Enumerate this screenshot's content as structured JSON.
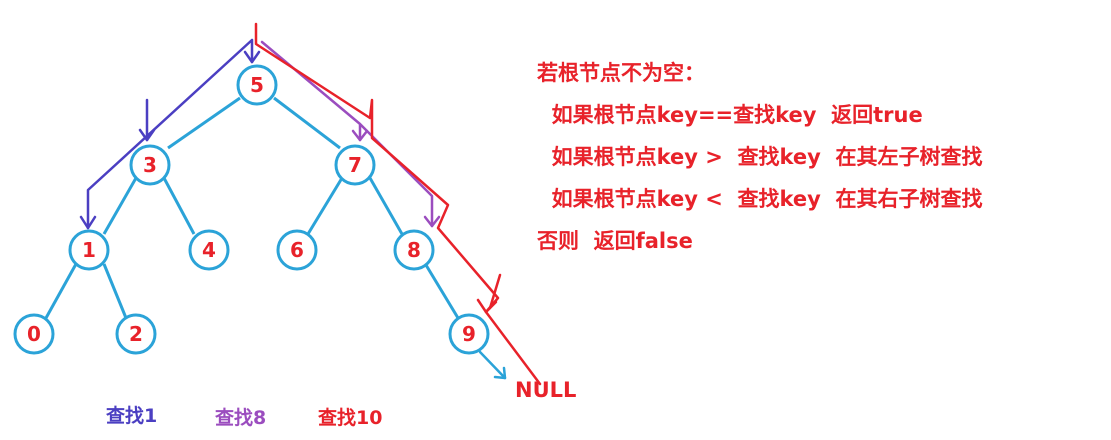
{
  "tree": {
    "nodes": [
      {
        "id": "5",
        "label": "5"
      },
      {
        "id": "3",
        "label": "3"
      },
      {
        "id": "7",
        "label": "7"
      },
      {
        "id": "1",
        "label": "1"
      },
      {
        "id": "4",
        "label": "4"
      },
      {
        "id": "6",
        "label": "6"
      },
      {
        "id": "8",
        "label": "8"
      },
      {
        "id": "0",
        "label": "0"
      },
      {
        "id": "2",
        "label": "2"
      },
      {
        "id": "9",
        "label": "9"
      }
    ],
    "edges": [
      [
        "5",
        "3"
      ],
      [
        "5",
        "7"
      ],
      [
        "3",
        "1"
      ],
      [
        "3",
        "4"
      ],
      [
        "7",
        "6"
      ],
      [
        "7",
        "8"
      ],
      [
        "1",
        "0"
      ],
      [
        "1",
        "2"
      ],
      [
        "8",
        "9"
      ]
    ],
    "null_label": "NULL"
  },
  "searches": [
    {
      "label": "查找1",
      "color": "#4b3fc2"
    },
    {
      "label": "查找8",
      "color": "#9b4dbf"
    },
    {
      "label": "查找10",
      "color": "#e8222a"
    }
  ],
  "rules": {
    "line1": "若根节点不为空：",
    "line2": "  如果根节点key==查找key  返回true",
    "line3": "  如果根节点key >  查找key  在其左子树查找",
    "line4": "  如果根节点key <  查找key  在其右子树查找",
    "line5": "否则  返回false"
  },
  "colors": {
    "tree": "#2ba3d8",
    "text": "#e8222a"
  }
}
